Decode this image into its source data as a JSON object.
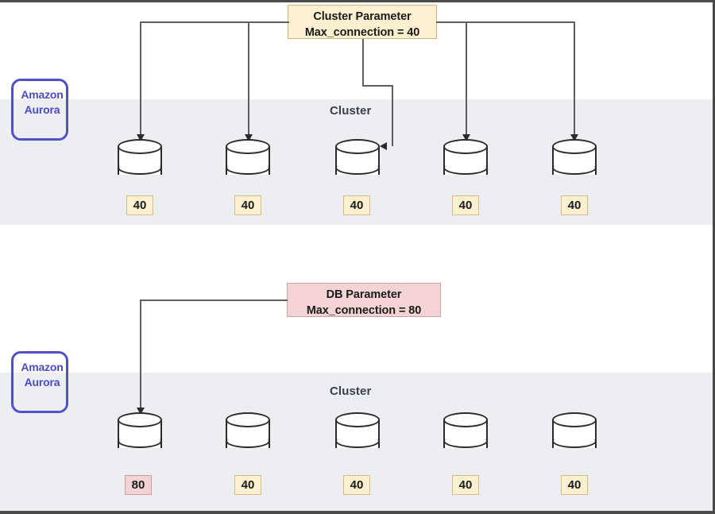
{
  "diagram": {
    "title_top": "Cluster Parameter",
    "title_bottom": "DB  Parameter",
    "colors": {
      "band": "#edeef2",
      "cream": "#fbf0cf",
      "pink": "#f3d3d3",
      "aurora_blue": "#5151c6",
      "line": "#5e5e5e"
    }
  },
  "top_section": {
    "service_label": "Amazon\nAurora",
    "cluster_caption": "Cluster",
    "parameter_box": {
      "line1": "Cluster Parameter",
      "line2": "Max_connection = 40"
    },
    "instances": [
      {
        "name": "instance-1",
        "value": "40",
        "style": "cream",
        "has_arrow": true
      },
      {
        "name": "instance-2",
        "value": "40",
        "style": "cream",
        "has_arrow": true
      },
      {
        "name": "instance-3",
        "value": "40",
        "style": "cream",
        "has_arrow": true
      },
      {
        "name": "instance-4",
        "value": "40",
        "style": "cream",
        "has_arrow": true
      },
      {
        "name": "instance-5",
        "value": "40",
        "style": "cream",
        "has_arrow": true
      }
    ]
  },
  "bottom_section": {
    "service_label": "Amazon\nAurora",
    "cluster_caption": "Cluster",
    "parameter_box": {
      "line1": "DB  Parameter",
      "line2": "Max_connection = 80"
    },
    "instances": [
      {
        "name": "instance-1",
        "value": "80",
        "style": "pink",
        "has_arrow": true
      },
      {
        "name": "instance-2",
        "value": "40",
        "style": "cream",
        "has_arrow": false
      },
      {
        "name": "instance-3",
        "value": "40",
        "style": "cream",
        "has_arrow": false
      },
      {
        "name": "instance-4",
        "value": "40",
        "style": "cream",
        "has_arrow": false
      },
      {
        "name": "instance-5",
        "value": "40",
        "style": "cream",
        "has_arrow": false
      }
    ]
  }
}
